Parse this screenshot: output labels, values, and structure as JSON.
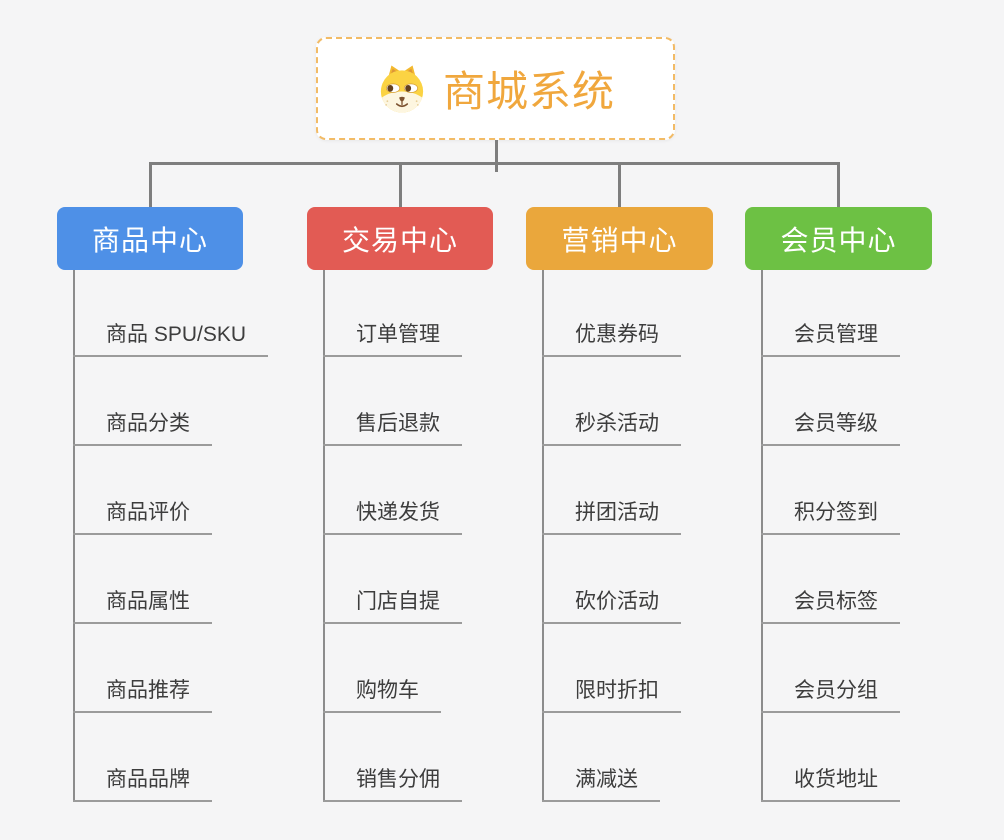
{
  "page": {
    "background": "#f5f5f6",
    "connector_color": "#7e7e7e"
  },
  "root": {
    "title": "商城系统",
    "icon": "dog-face-icon",
    "text_color": "#f0a73d",
    "border_color": "#f2bb66"
  },
  "branches": [
    {
      "label": "商品中心",
      "color": "#4e90e7",
      "items": [
        "商品 SPU/SKU",
        "商品分类",
        "商品评价",
        "商品属性",
        "商品推荐",
        "商品品牌"
      ]
    },
    {
      "label": "交易中心",
      "color": "#e25b54",
      "items": [
        "订单管理",
        "售后退款",
        "快递发货",
        "门店自提",
        "购物车",
        "销售分佣"
      ]
    },
    {
      "label": "营销中心",
      "color": "#eaa73c",
      "items": [
        "优惠券码",
        "秒杀活动",
        "拼团活动",
        "砍价活动",
        "限时折扣",
        "满减送"
      ]
    },
    {
      "label": "会员中心",
      "color": "#6dc144",
      "items": [
        "会员管理",
        "会员等级",
        "积分签到",
        "会员标签",
        "会员分组",
        "收货地址"
      ]
    }
  ]
}
